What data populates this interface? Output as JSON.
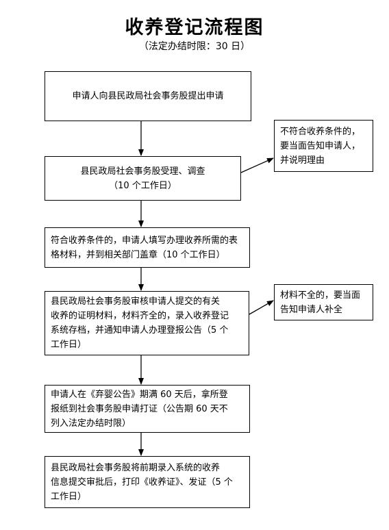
{
  "title": "收养登记流程图",
  "subtitle": "（法定办结时限：30 日）",
  "steps": [
    {
      "lines": [
        "申请人向县民政局社会事务股提出申请"
      ]
    },
    {
      "lines": [
        "县民政局社会事务股受理、调查",
        "（10 个工作日）"
      ]
    },
    {
      "lines": [
        "符合收养条件的，申请人填写办理收养所需的表",
        "格材料，并到相关部门盖章（10 个工作日）"
      ]
    },
    {
      "lines": [
        "县民政局社会事务股审核申请人提交的有关",
        "收养的证明材料，材料齐全的，录入收养登记",
        "系统存档，并通知申请人办理登报公告（5 个",
        "工作日）"
      ]
    },
    {
      "lines": [
        "申请人在《弃婴公告》期满  60 天后，拿所登",
        "报纸到社会事务股申请打证（公告期  60 天不",
        "列入法定办结时限）"
      ]
    },
    {
      "lines": [
        "县民政局社会事务股将前期录入系统的收养",
        "信息提交审批后，打印《收养证》、发证（5 个",
        "工作日）"
      ]
    }
  ],
  "side_notes": [
    {
      "lines": [
        "不符合收养条件的，",
        "要当面告知申请人，",
        "并说明理由"
      ]
    },
    {
      "lines": [
        "材料不全的，要当面",
        "告知申请人补全"
      ]
    }
  ]
}
